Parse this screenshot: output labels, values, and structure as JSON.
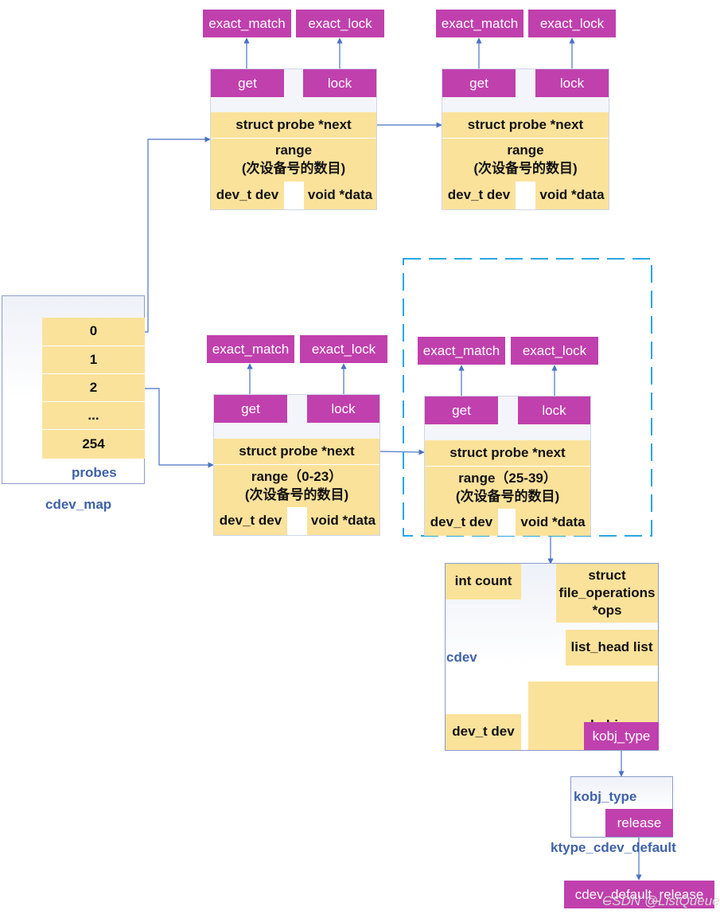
{
  "colors": {
    "callback": "#c040ad",
    "field": "#fbe29b",
    "label": "#3f62a8",
    "line": "#4a72c4",
    "dashed": "#2aa6e0"
  },
  "probe_top_left": {
    "exact_match": "exact_match",
    "exact_lock": "exact_lock",
    "get": "get",
    "lock": "lock",
    "next": "struct probe *next",
    "range_line1": "range",
    "range_line2": "(次设备号的数目)",
    "dev": "dev_t dev",
    "data": "void *data"
  },
  "probe_top_right": {
    "exact_match": "exact_match",
    "exact_lock": "exact_lock",
    "get": "get",
    "lock": "lock",
    "next": "struct probe *next",
    "range_line1": "range",
    "range_line2": "(次设备号的数目)",
    "dev": "dev_t dev",
    "data": "void *data"
  },
  "probe_mid_left": {
    "exact_match": "exact_match",
    "exact_lock": "exact_lock",
    "get": "get",
    "lock": "lock",
    "next": "struct probe *next",
    "range_line1": "range（0-23）",
    "range_line2": "(次设备号的数目)",
    "dev": "dev_t dev",
    "data": "void *data"
  },
  "probe_mid_right": {
    "exact_match": "exact_match",
    "exact_lock": "exact_lock",
    "get": "get",
    "lock": "lock",
    "next": "struct probe *next",
    "range_line1": "range（25-39）",
    "range_line2": "(次设备号的数目)",
    "dev": "dev_t dev",
    "data": "void *data"
  },
  "cdev_map": {
    "title": "cdev_map",
    "array_label": "probes",
    "entries": [
      "0",
      "1",
      "2",
      "...",
      "254"
    ]
  },
  "cdev": {
    "title": "cdev",
    "int_count": "int count",
    "fops_line1": "struct",
    "fops_line2": "file_operations",
    "fops_line3": "*ops",
    "list": "list_head list",
    "kobj": "kobj",
    "kobj_type": "kobj_type",
    "dev": "dev_t dev"
  },
  "ktype": {
    "field": "kobj_type",
    "release": "release",
    "name": "ktype_cdev_default"
  },
  "release_fn": "cdev_default_release",
  "watermark": "CSDN @ListQueue"
}
